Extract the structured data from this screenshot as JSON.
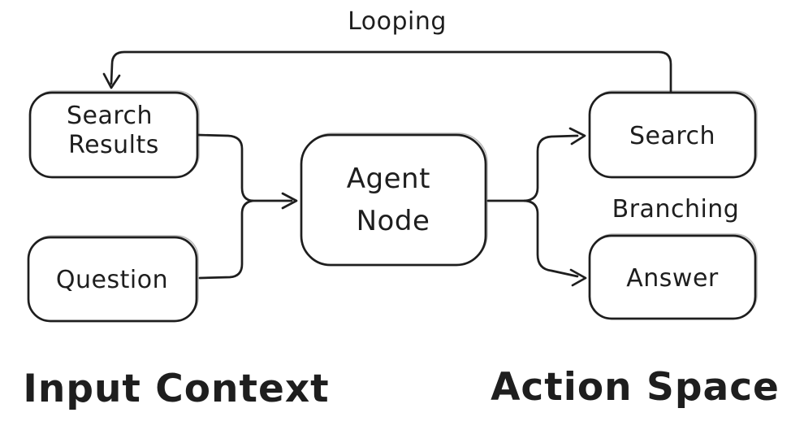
{
  "canvas": {
    "background": "#ffffff",
    "stroke_color": "#1e1e1e",
    "text_color": "#1e1e1e"
  },
  "nodes": {
    "search_results": {
      "lines": [
        "Search",
        "Results"
      ]
    },
    "question": {
      "label": "Question"
    },
    "agent_node": {
      "lines": [
        "Agent",
        "Node"
      ]
    },
    "search": {
      "label": "Search"
    },
    "answer": {
      "label": "Answer"
    }
  },
  "annotations": {
    "looping": "Looping",
    "branching": "Branching"
  },
  "section_labels": {
    "input_context": "Input Context",
    "action_space": "Action Space"
  },
  "edges": [
    {
      "from": "Search Results",
      "to": "Agent Node"
    },
    {
      "from": "Question",
      "to": "Agent Node"
    },
    {
      "from": "Agent Node",
      "to": "Search",
      "annotation": "Branching"
    },
    {
      "from": "Agent Node",
      "to": "Answer",
      "annotation": "Branching"
    },
    {
      "from": "Search",
      "to": "Search Results",
      "annotation": "Looping"
    }
  ]
}
